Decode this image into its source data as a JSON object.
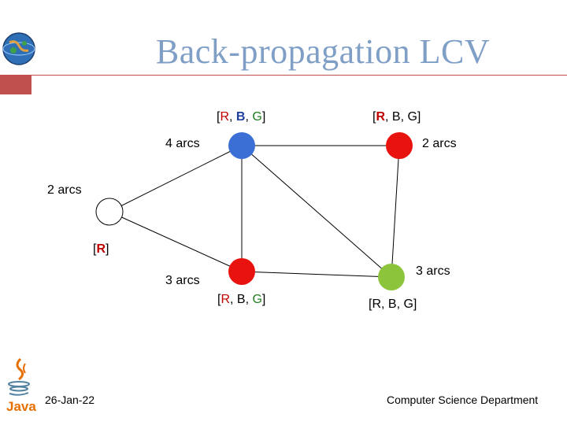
{
  "slide": {
    "title": "Back-propagation  LCV",
    "date": "26-Jan-22",
    "footer": "Computer Science Department"
  },
  "colors": {
    "accent": "#c0504d",
    "title": "#7f9fc6",
    "value_R": "#c00000",
    "value_B": "#1f3f9f",
    "value_G": "#1f7f1f"
  },
  "graph": {
    "nodes": [
      {
        "id": "top-left",
        "color": "#3b6fd6",
        "arcs_label": "4 arcs",
        "domain": {
          "open": "[",
          "R": "R",
          "c1": ", ",
          "B": "B",
          "c2": ", ",
          "G": "G",
          "close": "]"
        }
      },
      {
        "id": "top-right",
        "color": "#e8130e",
        "arcs_label": "2 arcs",
        "domain": {
          "open": "[",
          "R": "R",
          "c1": ", ",
          "B": "B",
          "c2": ", ",
          "G": "G",
          "close": "]"
        }
      },
      {
        "id": "left",
        "color": "#ffffff",
        "arcs_label": "2 arcs",
        "domain": {
          "open": "[",
          "R": "R",
          "close": "]"
        }
      },
      {
        "id": "bottom-left",
        "color": "#e8130e",
        "arcs_label": "3 arcs",
        "domain": {
          "open": "[",
          "R": "R",
          "c1": ", ",
          "B": "B",
          "c2": ", ",
          "G": "G",
          "close": "]"
        }
      },
      {
        "id": "bottom-right",
        "color": "#8cc43c",
        "arcs_label": "3 arcs",
        "domain": {
          "open": "[",
          "R": "R",
          "c1": ", ",
          "B": "B",
          "c2": ", ",
          "G": "G",
          "close": "]"
        }
      }
    ],
    "edges": [
      [
        "left",
        "top-left"
      ],
      [
        "left",
        "bottom-left"
      ],
      [
        "top-left",
        "top-right"
      ],
      [
        "top-left",
        "bottom-left"
      ],
      [
        "top-left",
        "bottom-right"
      ],
      [
        "top-right",
        "bottom-right"
      ],
      [
        "bottom-left",
        "bottom-right"
      ]
    ]
  }
}
